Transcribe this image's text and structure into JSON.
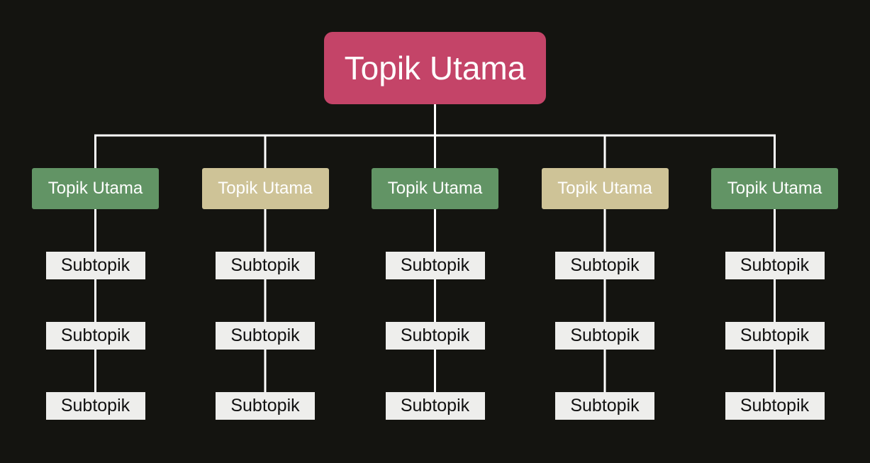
{
  "colors": {
    "background": "#141410",
    "connector": "#ffffff",
    "root": "#c44468",
    "branch_green": "#629465",
    "branch_tan": "#cec397",
    "leaf": "#eeeeec"
  },
  "root": {
    "label": "Topik Utama"
  },
  "branches": [
    {
      "label": "Topik Utama",
      "color": "#629465",
      "subtopics": [
        "Subtopik",
        "Subtopik",
        "Subtopik"
      ]
    },
    {
      "label": "Topik Utama",
      "color": "#cec397",
      "subtopics": [
        "Subtopik",
        "Subtopik",
        "Subtopik"
      ]
    },
    {
      "label": "Topik Utama",
      "color": "#629465",
      "subtopics": [
        "Subtopik",
        "Subtopik",
        "Subtopik"
      ]
    },
    {
      "label": "Topik Utama",
      "color": "#cec397",
      "subtopics": [
        "Subtopik",
        "Subtopik",
        "Subtopik"
      ]
    },
    {
      "label": "Topik Utama",
      "color": "#629465",
      "subtopics": [
        "Subtopik",
        "Subtopik",
        "Subtopik"
      ]
    }
  ]
}
